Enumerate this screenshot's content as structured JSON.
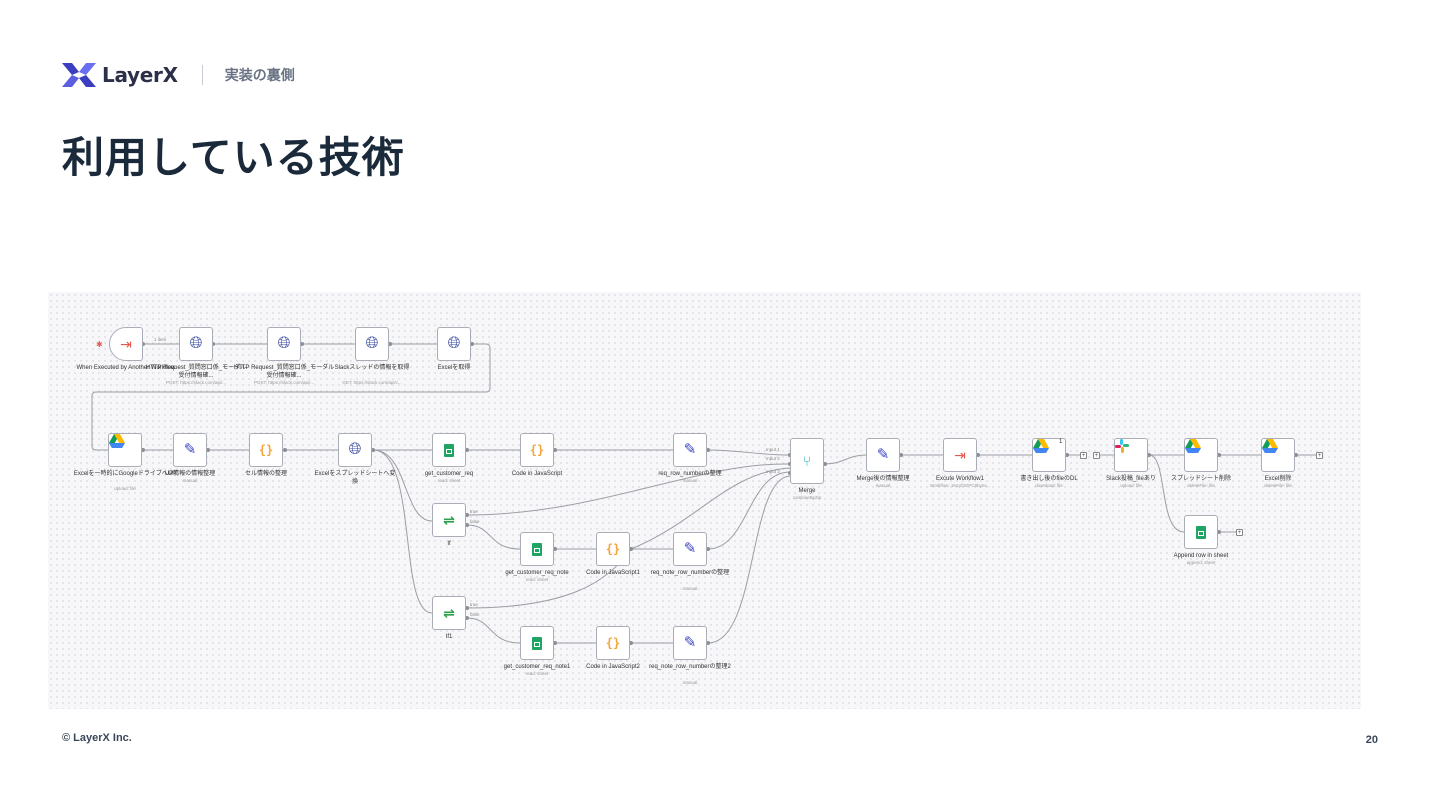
{
  "header": {
    "brand": "LayerX",
    "section": "実装の裏側"
  },
  "page": {
    "title": "利用している技術"
  },
  "workflow": {
    "nodes": {
      "trigger": {
        "label": "When Executed by Another Workflow",
        "icon": "trigger-exit-icon"
      },
      "http1": {
        "label": "HTTP Request_質問窓口係_モーダル受付情報確...",
        "sub": "POST: https://slack.com/api/...",
        "icon": "globe-icon"
      },
      "http2": {
        "label": "HTTP Request_質問窓口係_モーダル受付情報確...",
        "sub": "POST: https://slack.com/api/...",
        "icon": "globe-icon"
      },
      "http3": {
        "label": "Slackスレッドの情報を取得",
        "sub": "GET: https://slack.com/api/c...",
        "icon": "globe-icon"
      },
      "http4": {
        "label": "Excelを取得",
        "icon": "globe-icon"
      },
      "gdrive_upload": {
        "label": "Excelを一時的にGoogleドライブへUP",
        "sub": "upload: file",
        "icon": "google-drive-icon"
      },
      "set1": {
        "label": "UP情報の情報整理",
        "sub": "manual",
        "icon": "pencil-icon"
      },
      "code_cell": {
        "label": "セル情報の整理",
        "icon": "code-braces-icon"
      },
      "http_convert": {
        "label": "Excelをスプレッドシートへ変換",
        "icon": "globe-icon"
      },
      "sheet_req": {
        "label": "get_customer_req",
        "sub": "read: sheet",
        "icon": "sheet-icon"
      },
      "code_js": {
        "label": "Code in JavaScript",
        "icon": "code-braces-icon"
      },
      "set_req": {
        "label": "req_row_numberの整理",
        "sub": "manual",
        "icon": "pencil-icon"
      },
      "if": {
        "label": "If",
        "icon": "if-signpost-icon",
        "true": "true",
        "false": "false"
      },
      "sheet_note": {
        "label": "get_customer_req_note",
        "sub": "read: sheet",
        "icon": "sheet-icon"
      },
      "code_js1": {
        "label": "Code in JavaScript1",
        "icon": "code-braces-icon"
      },
      "set_note": {
        "label": "req_note_row_numberの整理",
        "sub": "manual",
        "icon": "pencil-icon"
      },
      "if1": {
        "label": "If1",
        "icon": "if-signpost-icon",
        "true": "true",
        "false": "false"
      },
      "sheet_note1": {
        "label": "get_customer_req_note1",
        "sub": "read: sheet",
        "icon": "sheet-icon"
      },
      "code_js2": {
        "label": "Code in JavaScript2",
        "icon": "code-braces-icon"
      },
      "set_note2": {
        "label": "req_note_row_numberの整理2",
        "sub": "manual",
        "icon": "pencil-icon"
      },
      "merge": {
        "label": "Merge",
        "sub": "combineByZip",
        "icon": "merge-icon",
        "inputs": [
          "Input 1",
          "Input 2",
          "Input 3"
        ]
      },
      "set_merge": {
        "label": "Merge後の情報整理",
        "sub": "manual",
        "icon": "pencil-icon"
      },
      "exec": {
        "label": "Excute Workflow1",
        "sub": "Workflow: 1Ncyf3GPC8bynv...",
        "icon": "execute-workflow-icon"
      },
      "gdrive_dl": {
        "label": "書き出し後のfileのDL",
        "sub": "download: file",
        "icon": "google-drive-icon",
        "badge": "1"
      },
      "slack": {
        "label": "Slack投稿_fileあり",
        "sub": "upload: file",
        "icon": "slack-icon"
      },
      "gdrive_del_sheet": {
        "label": "スプレッドシート削除",
        "sub": "deleteFile: file",
        "icon": "google-drive-icon"
      },
      "gdrive_del_excel": {
        "label": "Excel削除",
        "sub": "deleteFile: file",
        "icon": "google-drive-icon"
      },
      "sheet_append": {
        "label": "Append row in sheet",
        "sub": "append: sheet",
        "icon": "sheet-icon"
      }
    },
    "edge_label": "1 item"
  },
  "footer": {
    "copyright": "© LayerX Inc.",
    "page_number": "20"
  },
  "colors": {
    "title": "#1b2a3a",
    "canvas": "#f7f7f9",
    "edge": "#9a9ea6"
  }
}
